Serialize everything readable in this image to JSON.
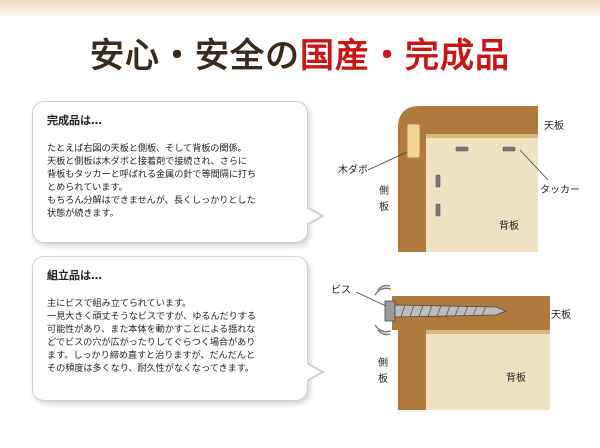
{
  "heading": {
    "part1": "安心・安全の",
    "part2": "国産・完成品"
  },
  "completed": {
    "title": "完成品は…",
    "lines": [
      "たとえば右図の天板と側板、そして背板の関係。",
      "天板と側板は木ダボと接着剤で接続され、さらに",
      "背板もタッカーと呼ばれる金属の針で等間隔に打ち",
      "とめられています。",
      "もちろん分解はできませんが、長くしっかりとした",
      "状態が続きます。"
    ],
    "diagram": {
      "top_board": "天板",
      "dowel": "木ダボ",
      "side_board_1": "側",
      "side_board_2": "板",
      "tacker": "タッカー",
      "back_board": "背板"
    }
  },
  "assembled": {
    "title": "組立品は…",
    "lines": [
      "主にビスで組み立てられています。",
      "一見大きく頑丈そうなビスですが、ゆるんだりする",
      "可能性があり、また本体を動かすことによる揺れな",
      "どでビスの穴が広がったりしてぐらつく場合があり",
      "ます。しっかり締め直すと治りますが、だんだんと",
      "その頻度は多くなり、耐久性がなくなってきます。"
    ],
    "diagram": {
      "screw": "ビス",
      "top_board": "天板",
      "side_board_1": "側",
      "side_board_2": "板",
      "back_board": "背板"
    }
  },
  "colors": {
    "wood": "#b07a3c",
    "wood_light": "#c79150",
    "back_board": "#efe2c2",
    "accent_red": "#cc1414",
    "dowel": "#f1d691"
  }
}
